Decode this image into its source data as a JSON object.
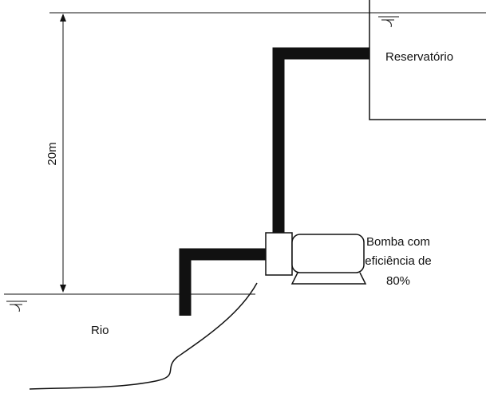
{
  "labels": {
    "height": "20m",
    "reservoir": "Reservatório",
    "river": "Rio",
    "pump_line1": "Bomba com",
    "pump_line2": "eficiência de",
    "pump_line3": "80%"
  }
}
